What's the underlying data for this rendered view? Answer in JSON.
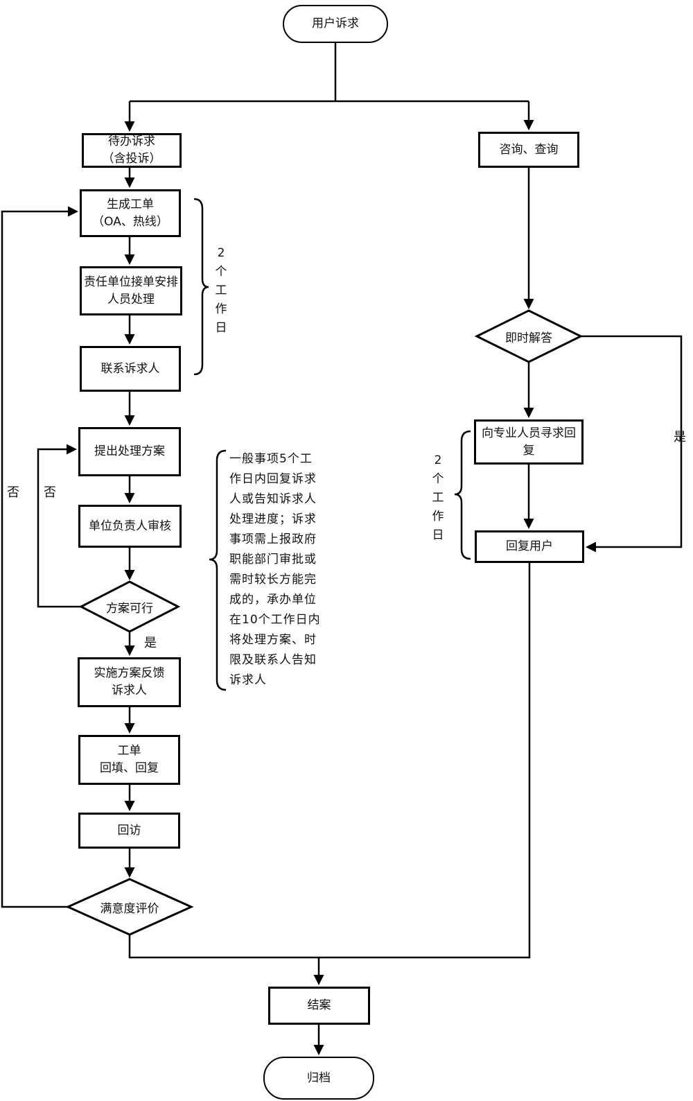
{
  "diagram": {
    "nodes": {
      "user_request": "用户诉求",
      "pending_request": "待办诉求\n（含投诉）",
      "create_ticket": "生成工单\n（OA、热线）",
      "assign_staff": "责任单位接单安排\n人员处理",
      "contact_requester": "联系诉求人",
      "propose_solution": "提出处理方案",
      "leader_review": "单位负责人审核",
      "solution_feasible": "方案可行",
      "implement_feedback": "实施方案反馈\n诉求人",
      "ticket_backfill": "工单\n回填、回复",
      "follow_up_visit": "回访",
      "satisfaction_eval": "满意度评价",
      "consult_query": "咨询、查询",
      "instant_answer": "即时解答",
      "seek_expert_reply": "向专业人员寻求回复",
      "reply_user": "回复用户",
      "close_case": "结案",
      "archive": "归档"
    },
    "edge_labels": {
      "feasible_no": "否",
      "satisfaction_no": "否",
      "feasible_yes": "是",
      "instant_yes": "是"
    },
    "annotations": {
      "left_duration": "2\n个\n工\n作\n日",
      "right_duration": "2\n个\n工\n作\n日",
      "note": "一般事项5个工\n作日内回复诉求\n人或告知诉求人\n处理进度；诉求\n事项需上报政府\n职能部门审批或\n需时较长方能完\n成的，承办单位\n在10个工作日内\n将处理方案、时\n限及联系人告知\n诉求人"
    },
    "colors": {
      "stroke": "#000000",
      "background": "#ffffff",
      "text": "#111111"
    }
  }
}
